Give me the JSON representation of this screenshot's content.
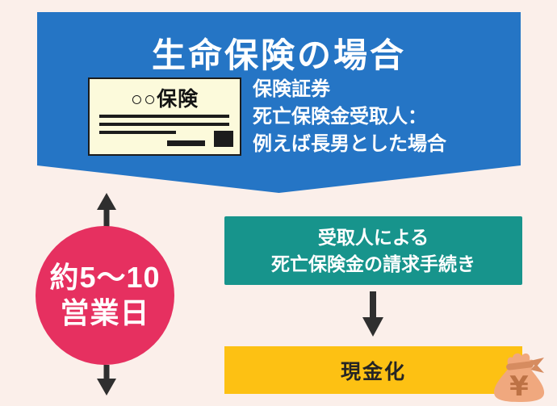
{
  "colors": {
    "background": "#FBEFEA",
    "banner_blue": "#2575C5",
    "card_bg": "#FCFADB",
    "card_border": "#1C1C1C",
    "circle_pink": "#E63060",
    "teal_box": "#17948C",
    "yellow_box": "#FDC113",
    "arrow_dark": "#2F2F2F",
    "text_white": "#FFFFFF",
    "text_dark": "#252525",
    "bag_body": "#F0A87E",
    "bag_band": "#D68C60",
    "bag_yen": "#BD7245"
  },
  "banner": {
    "title": "生命保険の場合",
    "card": {
      "label": "○○保険"
    },
    "description_lines": [
      "保険証券",
      "死亡保険金受取人：",
      "例えば長男とした場合"
    ]
  },
  "duration_badge": {
    "line1": "約5〜10",
    "line2": "営業日"
  },
  "steps": [
    {
      "id": "claim",
      "lines": [
        "受取人による",
        "死亡保険金の請求手続き"
      ]
    },
    {
      "id": "cash",
      "label": "現金化"
    }
  ],
  "icons": {
    "money_bag_symbol": "¥"
  }
}
